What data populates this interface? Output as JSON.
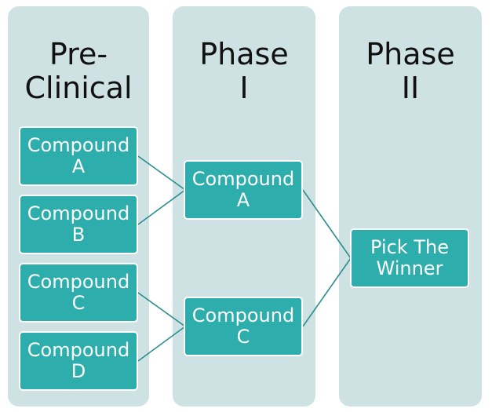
{
  "colors": {
    "column_bg": "#cfe2e3",
    "node_fill": "#2eadad",
    "node_border": "#ffffff",
    "connector": "#2a8d8d"
  },
  "columns": [
    {
      "title": "Pre-\nClinical"
    },
    {
      "title": "Phase\nI"
    },
    {
      "title": "Phase\nII"
    }
  ],
  "nodes": {
    "pre_a": "Compound\nA",
    "pre_b": "Compound\nB",
    "pre_c": "Compound\nC",
    "pre_d": "Compound\nD",
    "phase1_a": "Compound\nA",
    "phase1_c": "Compound\nC",
    "winner": "Pick The\nWinner"
  },
  "edges": [
    {
      "from": "pre_a",
      "to": "phase1_a"
    },
    {
      "from": "pre_b",
      "to": "phase1_a"
    },
    {
      "from": "pre_c",
      "to": "phase1_c"
    },
    {
      "from": "pre_d",
      "to": "phase1_c"
    },
    {
      "from": "phase1_a",
      "to": "winner"
    },
    {
      "from": "phase1_c",
      "to": "winner"
    }
  ]
}
